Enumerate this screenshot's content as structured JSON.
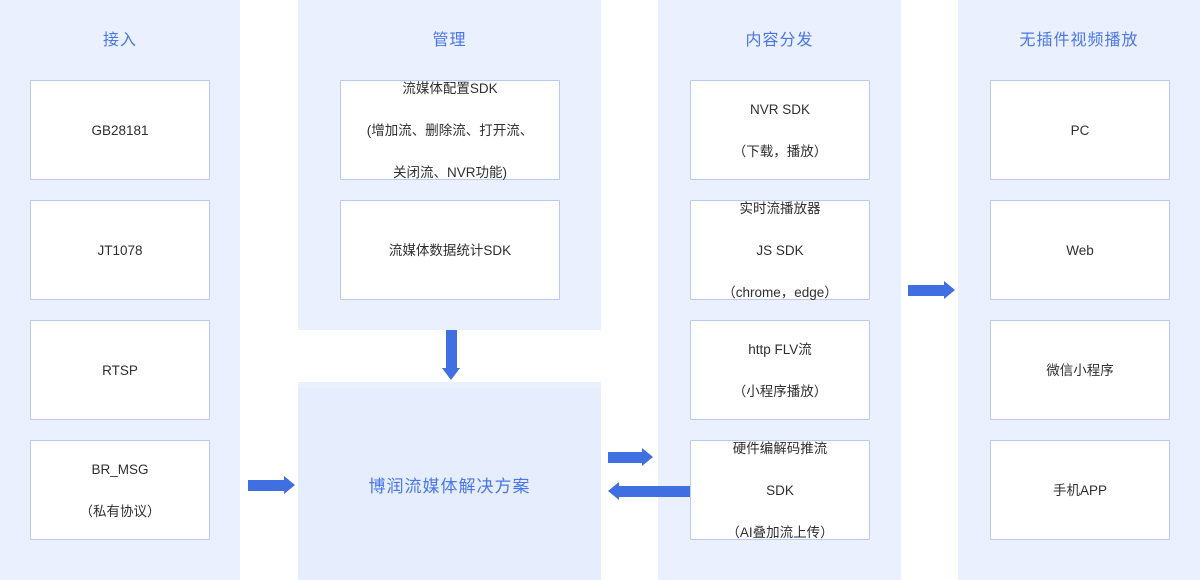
{
  "columns": [
    {
      "key": "access",
      "title": "接入",
      "items": [
        {
          "lines": [
            "GB28181"
          ]
        },
        {
          "lines": [
            "JT1078"
          ]
        },
        {
          "lines": [
            "RTSP"
          ]
        },
        {
          "lines": [
            "BR_MSG",
            "（私有协议）"
          ]
        }
      ]
    },
    {
      "key": "manage",
      "title": "管理",
      "items": [
        {
          "lines": [
            "流媒体配置SDK",
            "(增加流、删除流、打开流、",
            "关闭流、NVR功能)"
          ]
        },
        {
          "lines": [
            "流媒体数据统计SDK"
          ]
        }
      ]
    },
    {
      "key": "distribution",
      "title": "内容分发",
      "items": [
        {
          "lines": [
            "NVR SDK",
            "（下载，播放）"
          ]
        },
        {
          "lines": [
            "实时流播放器",
            "JS SDK",
            "（chrome，edge）"
          ]
        },
        {
          "lines": [
            "http FLV流",
            "（小程序播放）"
          ]
        },
        {
          "lines": [
            "硬件编解码推流",
            "SDK",
            "（AI叠加流上传）"
          ]
        }
      ]
    },
    {
      "key": "playback",
      "title": "无插件视频播放",
      "items": [
        {
          "lines": [
            "PC"
          ]
        },
        {
          "lines": [
            "Web"
          ]
        },
        {
          "lines": [
            "微信小程序"
          ]
        },
        {
          "lines": [
            "手机APP"
          ]
        }
      ]
    }
  ],
  "solution": {
    "label": "博润流媒体解决方案"
  },
  "arrows": [
    {
      "name": "arrow-access-to-solution",
      "direction": "right"
    },
    {
      "name": "arrow-manage-to-solution",
      "direction": "down"
    },
    {
      "name": "arrow-solution-to-distribution",
      "direction": "right"
    },
    {
      "name": "arrow-distribution-to-solution",
      "direction": "left"
    },
    {
      "name": "arrow-distribution-to-playback",
      "direction": "right"
    }
  ],
  "colors": {
    "accent": "#4a76e8",
    "arrow": "#3f6fe0",
    "column_bg": "#eaf0fd",
    "box_border": "#b9cbf2",
    "box_bg": "#ffffff"
  }
}
